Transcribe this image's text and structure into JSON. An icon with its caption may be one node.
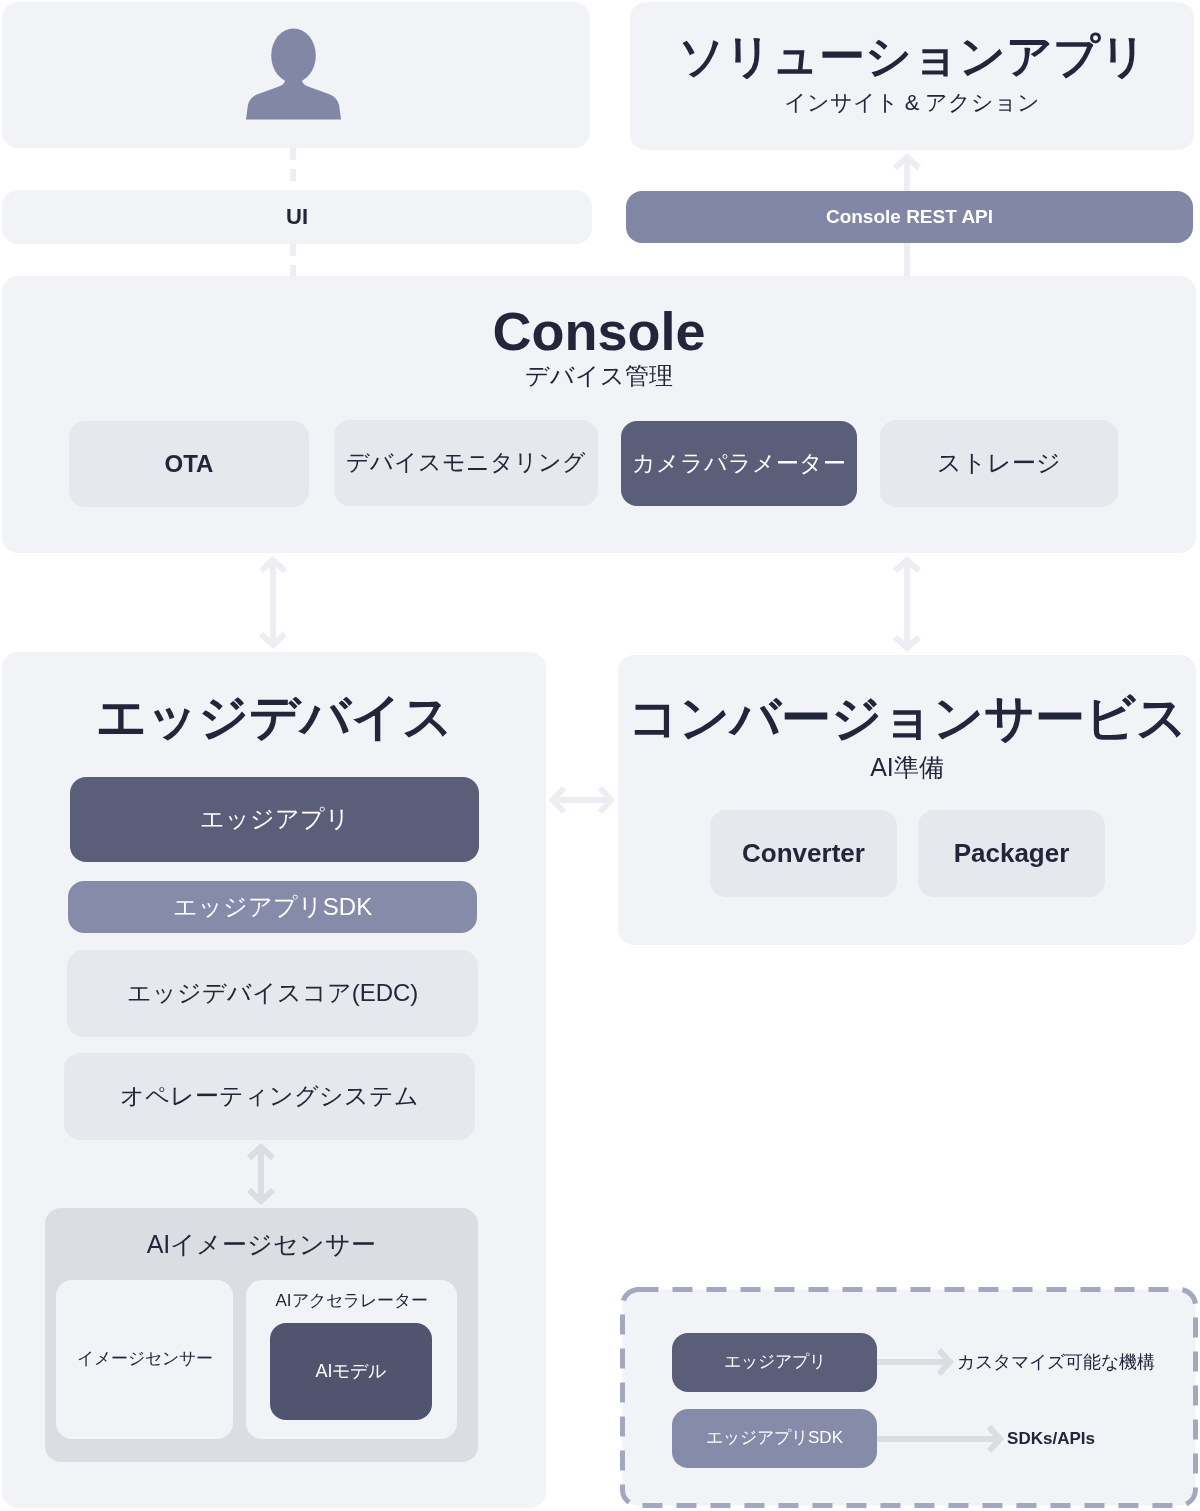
{
  "diagram": {
    "nodes": [
      {
        "text": [],
        "shape": "box"
      },
      {
        "text": [
          "ソリューションアプリ",
          "インサイト & アクション"
        ]
      },
      {
        "text": [
          "UI"
        ]
      },
      {
        "text": [
          "Console REST API"
        ]
      },
      {
        "text": [
          "Console",
          "デバイス管理"
        ]
      },
      {
        "text": [
          "OTA"
        ],
        "in": 4
      },
      {
        "text": [
          "デバイスモニタリング"
        ],
        "in": 4
      },
      {
        "text": [
          "カメラパラメーター"
        ],
        "in": 4
      },
      {
        "text": [
          "ストレージ"
        ],
        "in": 4
      },
      {
        "text": [
          "エッジデバイス"
        ]
      },
      {
        "text": [
          "エッジアプリ"
        ],
        "in": 9
      },
      {
        "text": [
          "エッジアプリSDK"
        ],
        "in": 9
      },
      {
        "text": [
          "エッジデバイスコア(EDC)"
        ],
        "in": 9
      },
      {
        "text": [
          "オペレーティングシステム"
        ],
        "in": 9
      },
      {
        "text": [
          "AIイメージセンサー"
        ],
        "in": 9
      },
      {
        "text": [
          "イメージセンサー"
        ],
        "in": 14
      },
      {
        "text": [
          "AIアクセラレーター"
        ],
        "in": 14
      },
      {
        "text": [
          "AIモデル"
        ],
        "in": 16
      },
      {
        "text": [
          "コンバージョンサービス",
          "AI準備"
        ]
      },
      {
        "text": [
          "Converter"
        ],
        "in": 18
      },
      {
        "text": [
          "Packager"
        ],
        "in": 18
      },
      {
        "text": [],
        "shape": "box"
      },
      {
        "text": [
          "エッジアプリ"
        ],
        "in": 21
      },
      {
        "text": [
          "カスタマイズ可能な機構"
        ],
        "in": 21
      },
      {
        "text": [
          "エッジアプリSDK"
        ],
        "in": 21
      },
      {
        "text": [
          "SDKs/APIs"
        ],
        "in": 21
      }
    ],
    "edges": [
      {
        "from": 0,
        "to": 2,
        "arrow": "none",
        "style": "dashed"
      },
      {
        "from": 2,
        "to": 4,
        "arrow": "none",
        "style": "dashed"
      },
      {
        "from": 4,
        "to": 3,
        "arrow": "none"
      },
      {
        "from": 3,
        "to": 1,
        "arrow": "to"
      },
      {
        "from": 4,
        "to": 9,
        "arrow": "both"
      },
      {
        "from": 4,
        "to": 18,
        "arrow": "both"
      },
      {
        "from": 9,
        "to": 18,
        "arrow": "both"
      },
      {
        "from": 13,
        "to": 14,
        "arrow": "both",
        "color": "#dcdde2"
      },
      {
        "from": 22,
        "to": 23,
        "arrow": "to",
        "color": "#dcdde2"
      },
      {
        "from": 24,
        "to": 25,
        "arrow": "to",
        "color": "#dcdde2"
      }
    ]
  }
}
